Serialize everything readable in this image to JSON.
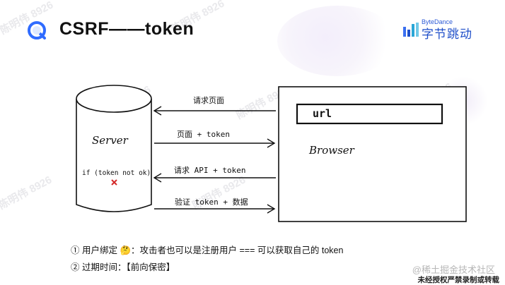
{
  "title": "CSRF——token",
  "brand": {
    "en": "ByteDance",
    "cn": "字节跳动"
  },
  "watermark": "陈明伟 8926",
  "diagram": {
    "server_label": "Server",
    "condition_label": "if (token not ok)",
    "url_label": "url",
    "browser_label": "Browser",
    "arrows": [
      {
        "label": "请求页面",
        "direction": "to-server"
      },
      {
        "label": "页面 + token",
        "direction": "to-browser"
      },
      {
        "label": "请求 API + token",
        "direction": "to-server"
      },
      {
        "label": "验证 token + 数据",
        "direction": "to-browser"
      }
    ]
  },
  "notes": [
    {
      "marker": "①",
      "text": "用户绑定 🤔：攻击者也可以是注册用户 === 可以获取自己的 token"
    },
    {
      "marker": "②",
      "text": "过期时间：【前向保密】"
    }
  ],
  "footer": {
    "site": "@稀土掘金技术社区",
    "copyright": "未经授权严禁录制或转载"
  },
  "colors": {
    "cross": "#d42b2b",
    "brand": "#1f4fc9",
    "accent": "#2f6bff"
  }
}
